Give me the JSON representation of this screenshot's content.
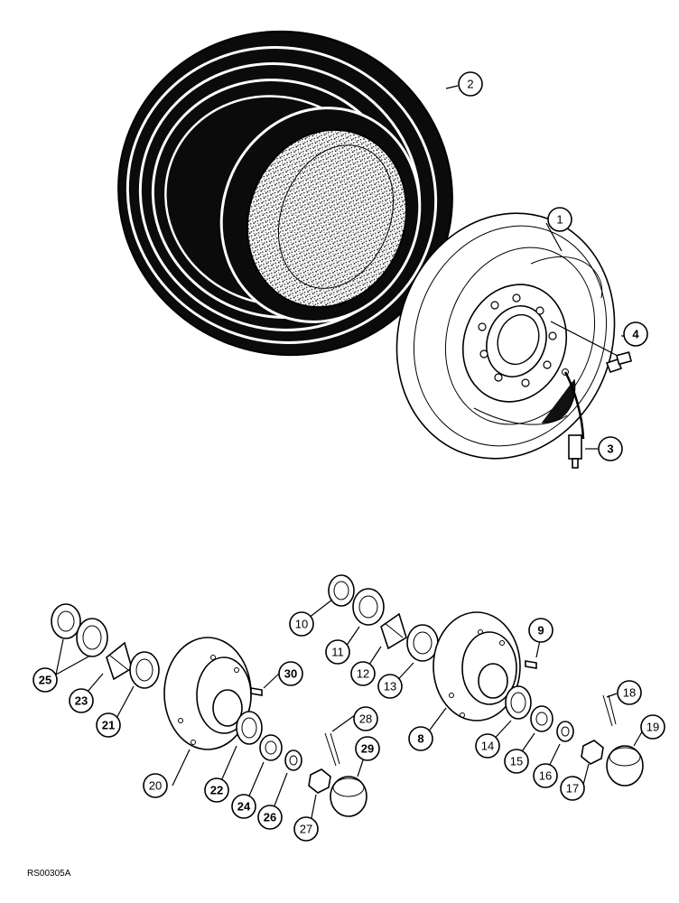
{
  "figure_code": "RS00305A",
  "callouts": [
    {
      "id": "c1",
      "label": "1",
      "bold": false
    },
    {
      "id": "c2",
      "label": "2",
      "bold": false
    },
    {
      "id": "c3",
      "label": "3",
      "bold": true
    },
    {
      "id": "c4",
      "label": "4",
      "bold": true
    },
    {
      "id": "c8",
      "label": "8",
      "bold": true
    },
    {
      "id": "c9",
      "label": "9",
      "bold": true
    },
    {
      "id": "c10",
      "label": "10",
      "bold": false
    },
    {
      "id": "c11",
      "label": "11",
      "bold": false
    },
    {
      "id": "c12",
      "label": "12",
      "bold": false
    },
    {
      "id": "c13",
      "label": "13",
      "bold": false
    },
    {
      "id": "c14",
      "label": "14",
      "bold": false
    },
    {
      "id": "c15",
      "label": "15",
      "bold": false
    },
    {
      "id": "c16",
      "label": "16",
      "bold": false
    },
    {
      "id": "c17",
      "label": "17",
      "bold": false
    },
    {
      "id": "c18",
      "label": "18",
      "bold": false
    },
    {
      "id": "c19",
      "label": "19",
      "bold": false
    },
    {
      "id": "c20",
      "label": "20",
      "bold": false
    },
    {
      "id": "c21",
      "label": "21",
      "bold": true
    },
    {
      "id": "c22",
      "label": "22",
      "bold": true
    },
    {
      "id": "c23",
      "label": "23",
      "bold": true
    },
    {
      "id": "c24",
      "label": "24",
      "bold": true
    },
    {
      "id": "c25",
      "label": "25",
      "bold": true
    },
    {
      "id": "c26",
      "label": "26",
      "bold": true
    },
    {
      "id": "c27",
      "label": "27",
      "bold": false
    },
    {
      "id": "c28",
      "label": "28",
      "bold": false
    },
    {
      "id": "c29",
      "label": "29",
      "bold": true
    },
    {
      "id": "c30",
      "label": "30",
      "bold": true
    }
  ]
}
